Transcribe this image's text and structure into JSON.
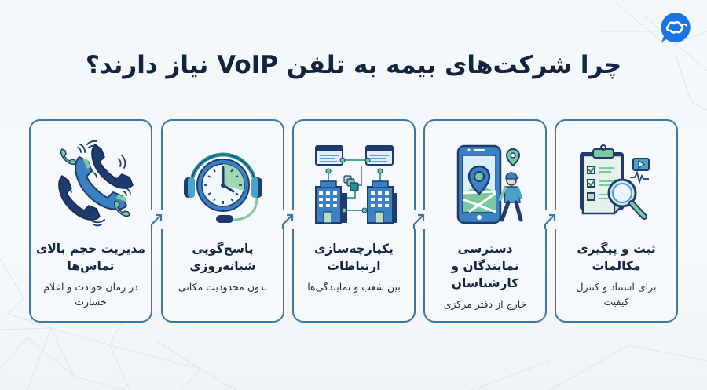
{
  "header": {
    "title": "چرا شرکت‌های بیمه به تلفن VoIP نیاز دارند؟"
  },
  "brand": {
    "logo_icon": "chat-cloud-logo-icon",
    "color": "#1a73e8"
  },
  "colors": {
    "title": "#13243f",
    "card_border": "#3d77a3",
    "icon_dark": "#1f3b6e",
    "icon_blue": "#3b82c4",
    "icon_green": "#7cc9a0"
  },
  "cards": [
    {
      "icon": "clipboard-magnifier-icon",
      "title": "ثبت و پیگیری مکالمات",
      "subtitle": "برای استناد و کنترل کیفیت"
    },
    {
      "icon": "mobile-location-agent-icon",
      "title": "دسترسی نمایندگان و کارشناسان",
      "subtitle": "خارج از دفتر مرکزی"
    },
    {
      "icon": "connected-buildings-icon",
      "title": "یکپارچه‌سازی ارتباطات",
      "subtitle": "بین شعب و نمایندگی‌ها"
    },
    {
      "icon": "headset-clock-icon",
      "title": "پاسخ‌گویی شبانه‌روزی",
      "subtitle": "بدون محدودیت مکانی"
    },
    {
      "icon": "multiple-phones-ringing-icon",
      "title": "مدیریت حجم بالای تماس‌ها",
      "subtitle": "در زمان حوادث و اعلام خسارت"
    }
  ],
  "connectors": [
    "arrow-up-right-icon",
    "arrow-up-right-icon",
    "arrow-up-right-icon",
    "arrow-up-right-icon"
  ]
}
